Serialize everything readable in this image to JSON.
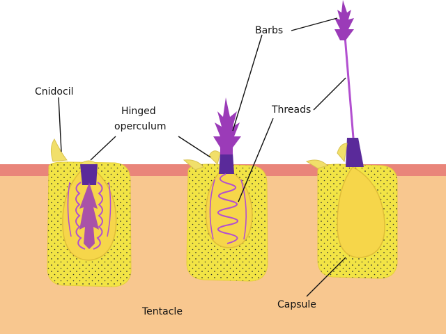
{
  "labels": {
    "cnidocil": "Cnidocil",
    "hinged_operculum_line1": "Hinged",
    "hinged_operculum_line2": "operculum",
    "barbs": "Barbs",
    "threads": "Threads",
    "capsule": "Capsule",
    "tentacle": "Tentacle"
  },
  "colors": {
    "tissue": "#f8c78f",
    "surface_band": "#e9857a",
    "cell": "#f2e445",
    "capsule": "#f6d64a",
    "thread_coil": "#b24fd0",
    "operculum_dark": "#5a2a9a",
    "barb": "#9b3bb8",
    "cnidocil": "#f1df6a"
  }
}
